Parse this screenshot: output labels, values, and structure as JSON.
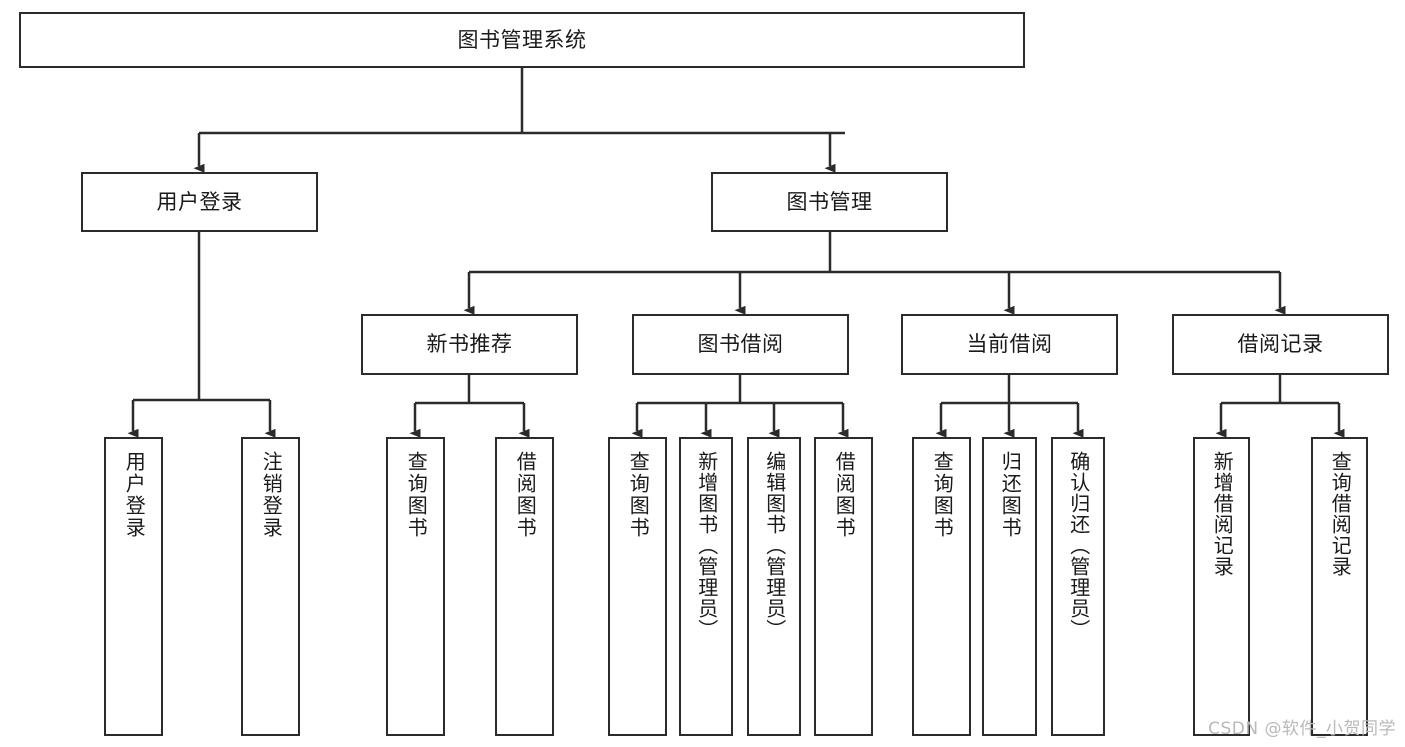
{
  "diagram": {
    "type": "tree-hierarchy",
    "title": "图书管理系统",
    "colors": {
      "stroke": "#2b2b2b",
      "fill": "#ffffff",
      "text": "#1a1a1a",
      "watermark": "#b9b9b9"
    },
    "levels": {
      "root": {
        "label": "图书管理系统"
      },
      "level2": [
        {
          "label": "用户登录"
        },
        {
          "label": "图书管理"
        }
      ],
      "level3": [
        {
          "label": "新书推荐"
        },
        {
          "label": "图书借阅"
        },
        {
          "label": "当前借阅"
        },
        {
          "label": "借阅记录"
        }
      ],
      "leaves": [
        {
          "label": "用户登录",
          "parent": "用户登录"
        },
        {
          "label": "注销登录",
          "parent": "用户登录"
        },
        {
          "label": "查询图书",
          "parent": "新书推荐"
        },
        {
          "label": "借阅图书",
          "parent": "新书推荐"
        },
        {
          "label": "查询图书",
          "parent": "图书借阅"
        },
        {
          "label": "新增图书（管理员）",
          "parent": "图书借阅"
        },
        {
          "label": "编辑图书（管理员）",
          "parent": "图书借阅"
        },
        {
          "label": "借阅图书",
          "parent": "图书借阅"
        },
        {
          "label": "查询图书",
          "parent": "当前借阅"
        },
        {
          "label": "归还图书",
          "parent": "当前借阅"
        },
        {
          "label": "确认归还（管理员）",
          "parent": "当前借阅"
        },
        {
          "label": "新增借阅记录",
          "parent": "借阅记录"
        },
        {
          "label": "查询借阅记录",
          "parent": "借阅记录"
        }
      ]
    },
    "watermark": "CSDN @软件_小贺同学"
  }
}
